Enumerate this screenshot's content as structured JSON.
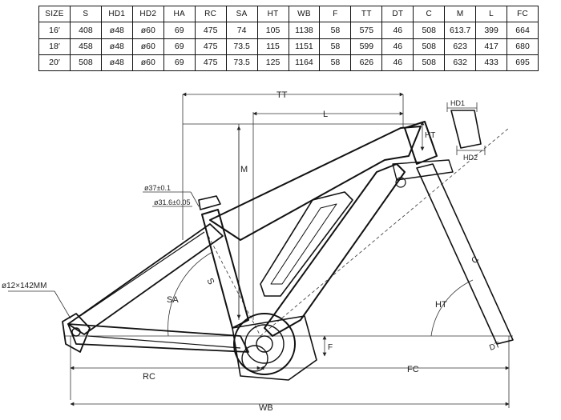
{
  "table": {
    "headers": [
      "SIZE",
      "S",
      "HD1",
      "HD2",
      "HA",
      "RC",
      "SA",
      "HT",
      "WB",
      "F",
      "TT",
      "DT",
      "C",
      "M",
      "L",
      "FC"
    ],
    "rows": [
      [
        "16′",
        "408",
        "ø48",
        "ø60",
        "69",
        "475",
        "74",
        "105",
        "1138",
        "58",
        "575",
        "46",
        "508",
        "613.7",
        "399",
        "664"
      ],
      [
        "18′",
        "458",
        "ø48",
        "ø60",
        "69",
        "475",
        "73.5",
        "115",
        "1151",
        "58",
        "599",
        "46",
        "508",
        "623",
        "417",
        "680"
      ],
      [
        "20′",
        "508",
        "ø48",
        "ø60",
        "69",
        "475",
        "73.5",
        "125",
        "1164",
        "58",
        "626",
        "46",
        "508",
        "632",
        "433",
        "695"
      ]
    ]
  },
  "labels": {
    "tt": "TT",
    "l": "L",
    "m": "M",
    "hd1": "HD1",
    "ht_top": "HT",
    "hd2": "HD2",
    "seat_dia_1": "ø37±0.1",
    "seat_dia_2": "ø31.6±0.05",
    "axle": "ø12×142MM",
    "sa": "SA",
    "s": "S",
    "c": "C",
    "ht_angle": "HT",
    "f": "F",
    "dt": "DT",
    "rc": "RC",
    "fc": "FC",
    "wb": "WB"
  }
}
